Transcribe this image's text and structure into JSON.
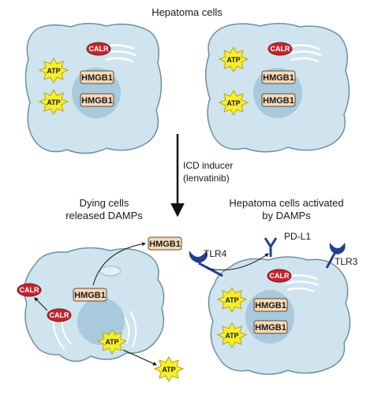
{
  "title": "Hepatoma cells",
  "arrow_label_line1": "ICD inducer",
  "arrow_label_line2": "(lenvatinib)",
  "dying_title_line1": "Dying cells",
  "dying_title_line2": "released DAMPs",
  "activated_title_line1": "Hepatoma cells activated",
  "activated_title_line2": "by DAMPs",
  "labels": {
    "calr": "CALR",
    "atp": "ATP",
    "hmgb1": "HMGB1",
    "tlr4": "TLR4",
    "tlr3": "TLR3",
    "pdl1": "PD-L1"
  },
  "colors": {
    "cell_fill": "#cfe4ef",
    "cell_stroke": "#6f8fa0",
    "nucleus_fill": "#a9c9dc",
    "atp_fill": "#f8ee2e",
    "calr_fill": "#c0272d",
    "hmgb1_fill": "#f7d9b8",
    "receptor": "#1f3f8f",
    "arrow": "#111111"
  }
}
